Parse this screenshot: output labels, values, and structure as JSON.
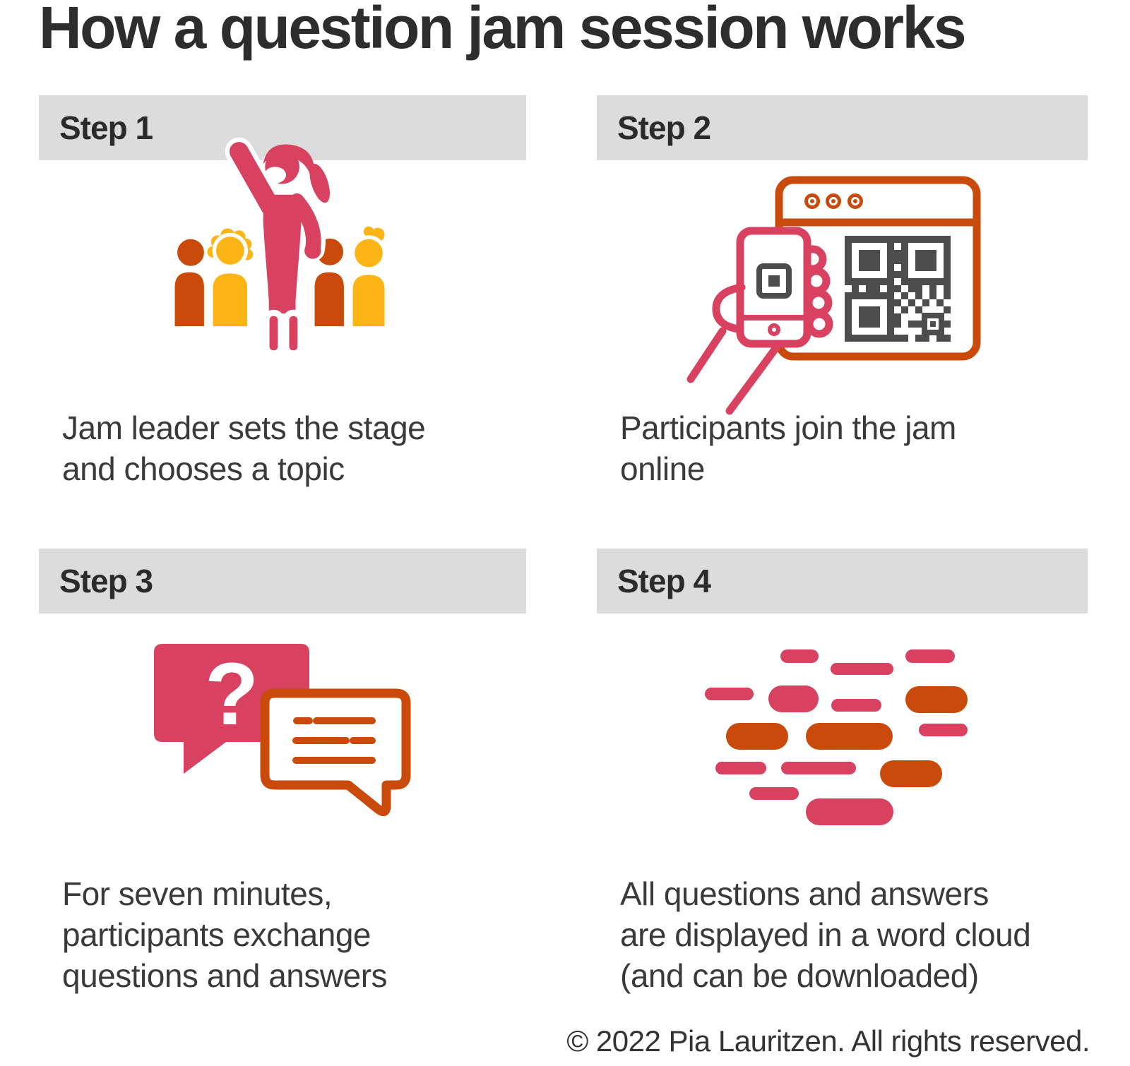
{
  "title": "How a question jam session works",
  "steps": [
    {
      "label": "Step 1",
      "caption": "Jam leader sets the stage\nand chooses a topic",
      "icon": "jam-leader-crowd-icon"
    },
    {
      "label": "Step 2",
      "caption": "Participants join the jam\nonline",
      "icon": "phone-qr-code-icon"
    },
    {
      "label": "Step 3",
      "caption": "For seven minutes,\nparticipants exchange\nquestions and answers",
      "icon": "question-answer-bubbles-icon"
    },
    {
      "label": "Step 4",
      "caption": "All questions and answers\nare displayed in a word cloud\n(and can be downloaded)",
      "icon": "word-cloud-icon"
    }
  ],
  "footer": {
    "copyright": "© 2022 Pia Lauritzen. All rights reserved."
  },
  "colors": {
    "pink": "#d8415f",
    "orange": "#ca4a0b",
    "yellow": "#fdb515",
    "gray_bar": "#dcdcdc",
    "qr_dark": "#4d4d4d",
    "title_ink": "#2d2d2d",
    "body_ink": "#3a3a3a"
  }
}
